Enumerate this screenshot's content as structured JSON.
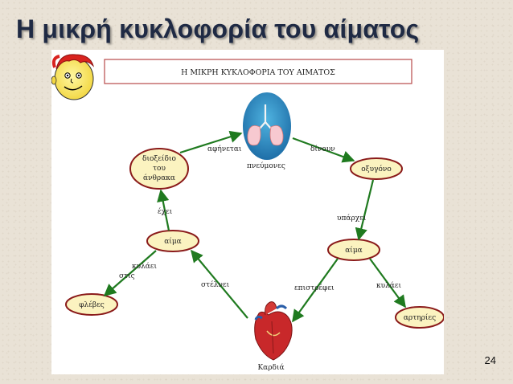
{
  "slide": {
    "title": "Η μικρή κυκλοφορία του αίματος",
    "page_number": "24"
  },
  "diagram": {
    "header": "Η ΜΙΚΡΗ ΚΥΚΛΟΦΟΡΙΑ ΤΟΥ ΑΙΜΑΤΟΣ",
    "nodes": {
      "lungs": "πνεύμονες",
      "co2_line1": "διοξείδιο",
      "co2_line2": "του",
      "co2_line3": "άνθρακα",
      "oxygen": "οξυγόνο",
      "blood_left": "αίμα",
      "blood_right": "αίμα",
      "veins": "φλέβες",
      "arteries": "αρτηρίες",
      "heart": "Καρδιά"
    },
    "links": {
      "released": "αφήνεται",
      "give": "δίνουν",
      "has": "έχει",
      "exists": "υπάρχει",
      "flows_in_line1": "κυλάει",
      "flows_in_line2": "στις",
      "sends": "στέλνει",
      "returns": "επιστρέφει",
      "flows": "κυλάει"
    }
  }
}
